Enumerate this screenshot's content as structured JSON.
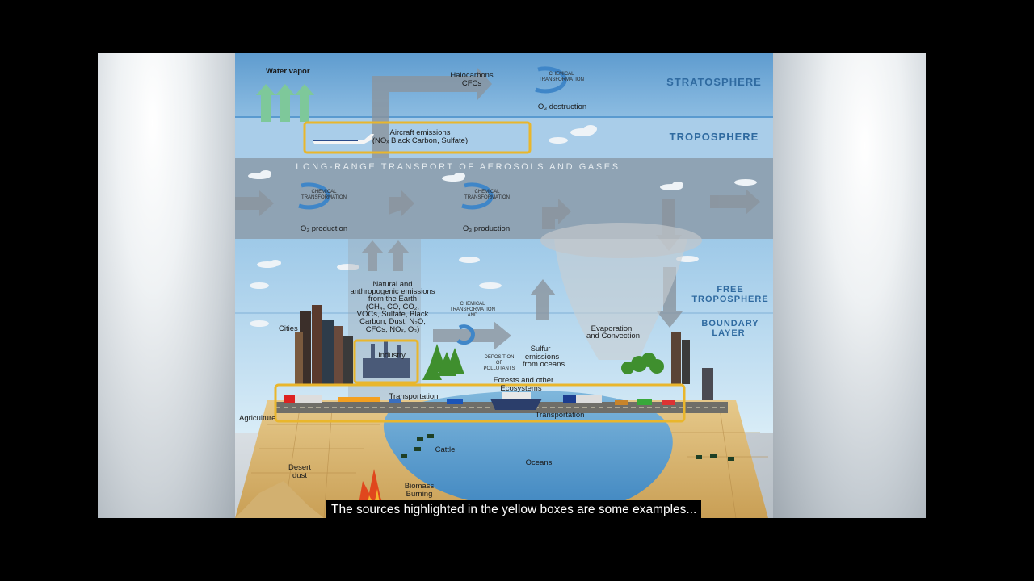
{
  "layers": {
    "stratosphere": "STRATOSPHERE",
    "troposphere": "TROPOSPHERE",
    "free_troposphere": [
      "FREE",
      "TROPOSPHERE"
    ],
    "boundary_layer": [
      "BOUNDARY",
      "LAYER"
    ]
  },
  "labels": {
    "water_vapor": "Water vapor",
    "halocarbons": "Halocarbons",
    "cfcs": "CFCs",
    "chemical_transformation": [
      "CHEMICAL",
      "TRANSFORMATION"
    ],
    "o3_destruction": "O₃ destruction",
    "aircraft_emissions": [
      "Aircraft emissions",
      "(NOₓ Black Carbon, Sulfate)"
    ],
    "long_range_transport": "LONG-RANGE TRANSPORT OF AEROSOLS AND GASES",
    "o3_production_1": "O₃ production",
    "o3_production_2": "O₃ production",
    "natural_emissions": [
      "Natural and",
      "anthropogenic emissions",
      "from the Earth",
      "(CH₄, CO, CO₂,",
      "VOCs, Sulfate, Black",
      "Carbon, Dust, N₂O,",
      "CFCs, NOₓ, O₃)"
    ],
    "chem_trans_and": [
      "CHEMICAL",
      "TRANSFORMATION",
      "AND"
    ],
    "deposition": [
      "DEPOSITION",
      "OF",
      "POLLUTANTS"
    ],
    "sulfur_emissions": [
      "Sulfur",
      "emissions",
      "from oceans"
    ],
    "evaporation": [
      "Evaporation",
      "and Convection"
    ],
    "cities": "Cities",
    "industry": "Industry",
    "forests": [
      "Forests and other",
      "Ecosystems"
    ],
    "transportation_1": "Transportation",
    "transportation_2": "Transportation",
    "agriculture": "Agriculture",
    "cattle": "Cattle",
    "oceans": "Oceans",
    "desert_dust": [
      "Desert",
      "dust"
    ],
    "biomass_burning": [
      "Biomass",
      "Burning"
    ]
  },
  "subtitle": "The sources highlighted in the yellow boxes are some examples...",
  "colors": {
    "highlight": "#e9b62c",
    "layer_label": "#2f6aa0",
    "arrow": "#8a939c",
    "cycle": "#3f86c8"
  }
}
